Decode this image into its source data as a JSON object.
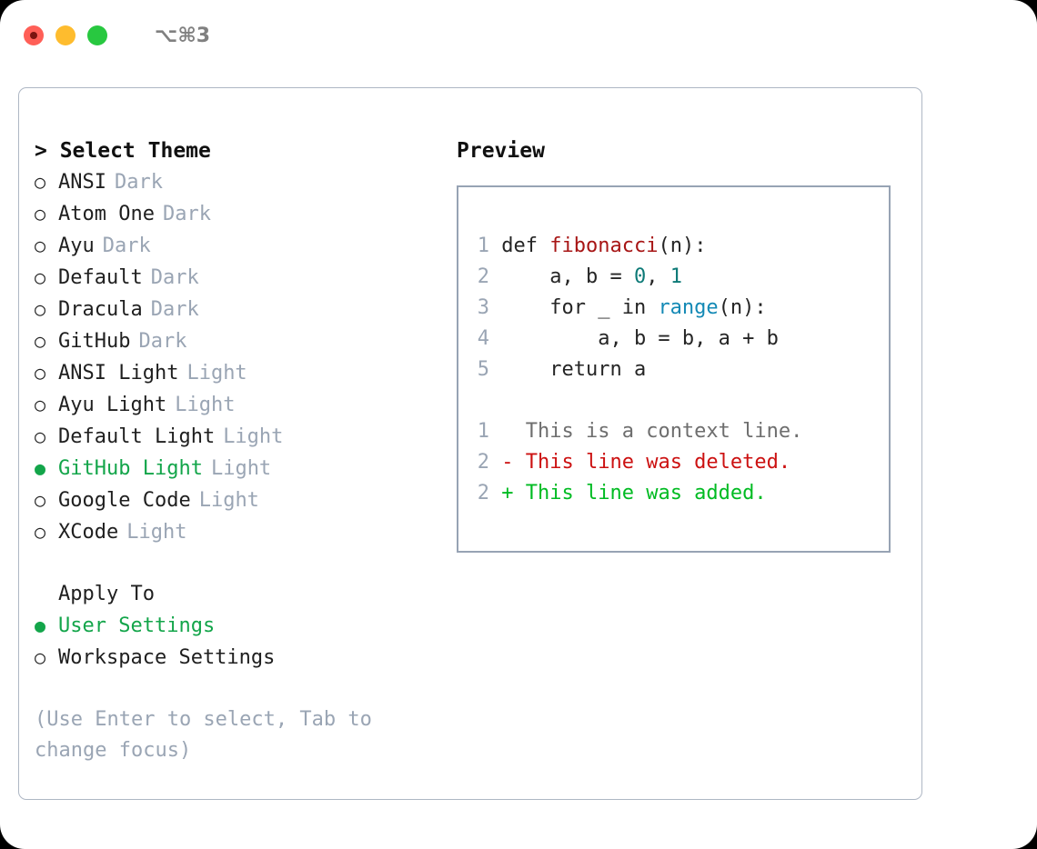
{
  "titlebar": {
    "shortcut": "⌥⌘3",
    "lights": [
      {
        "name": "close",
        "color": "#ff5f57"
      },
      {
        "name": "minimize",
        "color": "#febc2e"
      },
      {
        "name": "zoom",
        "color": "#28c840"
      }
    ]
  },
  "theme_picker": {
    "header": "> Select Theme",
    "marker_unselected": "○",
    "marker_selected": "●",
    "selected_color": "#13a54a",
    "tag_color": "#9aa5b4",
    "items": [
      {
        "label": "ANSI",
        "tag": "Dark",
        "selected": false
      },
      {
        "label": "Atom One",
        "tag": "Dark",
        "selected": false
      },
      {
        "label": "Ayu",
        "tag": "Dark",
        "selected": false
      },
      {
        "label": "Default",
        "tag": "Dark",
        "selected": false
      },
      {
        "label": "Dracula",
        "tag": "Dark",
        "selected": false
      },
      {
        "label": "GitHub",
        "tag": "Dark",
        "selected": false
      },
      {
        "label": "ANSI Light",
        "tag": "Light",
        "selected": false
      },
      {
        "label": "Ayu Light",
        "tag": "Light",
        "selected": false
      },
      {
        "label": "Default Light",
        "tag": "Light",
        "selected": false
      },
      {
        "label": "GitHub Light",
        "tag": "Light",
        "selected": true
      },
      {
        "label": "Google Code",
        "tag": "Light",
        "selected": false
      },
      {
        "label": "XCode",
        "tag": "Light",
        "selected": false
      }
    ]
  },
  "apply_to": {
    "header": "Apply To",
    "items": [
      {
        "label": "User Settings",
        "selected": true
      },
      {
        "label": "Workspace Settings",
        "selected": false
      }
    ]
  },
  "hint": "(Use Enter to select, Tab to change focus)",
  "preview": {
    "header": "Preview",
    "code_lines": [
      {
        "no": "1",
        "segments": [
          {
            "t": "def ",
            "c": "plain"
          },
          {
            "t": "fibonacci",
            "c": "fn"
          },
          {
            "t": "(n):",
            "c": "plain"
          }
        ]
      },
      {
        "no": "2",
        "segments": [
          {
            "t": "    a, b = ",
            "c": "plain"
          },
          {
            "t": "0",
            "c": "num"
          },
          {
            "t": ", ",
            "c": "plain"
          },
          {
            "t": "1",
            "c": "num"
          }
        ]
      },
      {
        "no": "3",
        "segments": [
          {
            "t": "    for _ in ",
            "c": "plain"
          },
          {
            "t": "range",
            "c": "call"
          },
          {
            "t": "(n):",
            "c": "plain"
          }
        ]
      },
      {
        "no": "4",
        "segments": [
          {
            "t": "        a, b = b, a + b",
            "c": "plain"
          }
        ]
      },
      {
        "no": "5",
        "segments": [
          {
            "t": "    return a",
            "c": "plain"
          }
        ]
      }
    ],
    "diff_lines": [
      {
        "no": "1",
        "prefix": "  ",
        "text": "This is a context line.",
        "kind": "ctx"
      },
      {
        "no": "2",
        "prefix": "- ",
        "text": "This line was deleted.",
        "kind": "del"
      },
      {
        "no": "2",
        "prefix": "+ ",
        "text": "This line was added.",
        "kind": "add"
      }
    ],
    "colors": {
      "function": "#a71515",
      "number": "#0d7a77",
      "builtin": "#1389b5",
      "context": "#6e6e6e",
      "deleted": "#cc1111",
      "added": "#00bb22",
      "line_number": "#9aa5b4"
    }
  }
}
